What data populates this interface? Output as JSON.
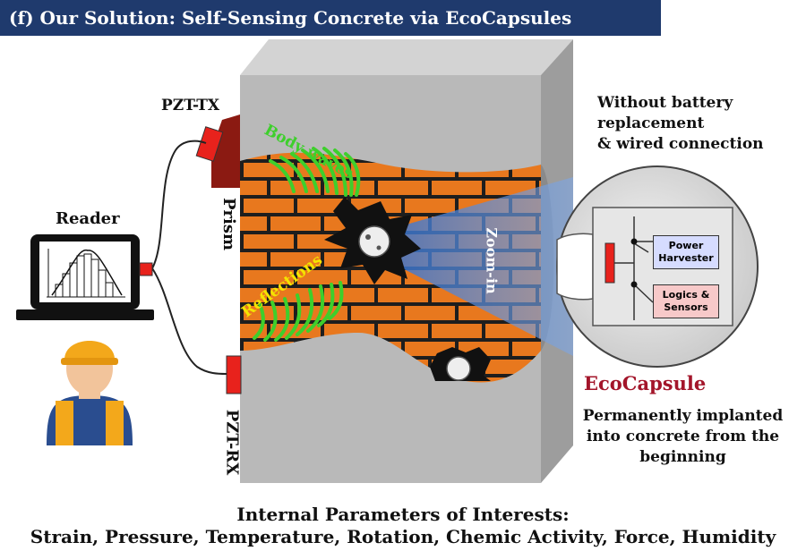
{
  "title": "(f) Our Solution: Self-Sensing Concrete via EcoCapsules",
  "labels": {
    "reader": "Reader",
    "pzt_tx": "PZT-TX",
    "pzt_rx": "PZT-RX",
    "prism": "Prism",
    "body_waves": "Body waves",
    "reflections": "Reflections",
    "zoom_in": "Zoom-in",
    "ecocapsule": "EcoCapsule"
  },
  "note": {
    "line1": "Without battery",
    "line2": "replacement",
    "line3": "& wired connection"
  },
  "implant": {
    "line1": "Permanently implanted",
    "line2": "into  concrete from the",
    "line3": "beginning"
  },
  "capsule": {
    "power_line1": "Power",
    "power_line2": "Harvester",
    "logic_line1": "Logics &",
    "logic_line2": "Sensors"
  },
  "params": {
    "heading": "Internal Parameters of Interests:",
    "list": "Strain, Pressure, Temperature, Rotation, Chemic Activity,  Force, Humidity"
  },
  "colors": {
    "title_bg": "#1f3a6d",
    "concrete": "#b9b9b9",
    "brick": "#e8781e",
    "pzt": "#e8221c",
    "ecocapsule_text": "#a3152a",
    "wave_green": "#3ecf2c",
    "reflection_yellow": "#f4e400"
  }
}
